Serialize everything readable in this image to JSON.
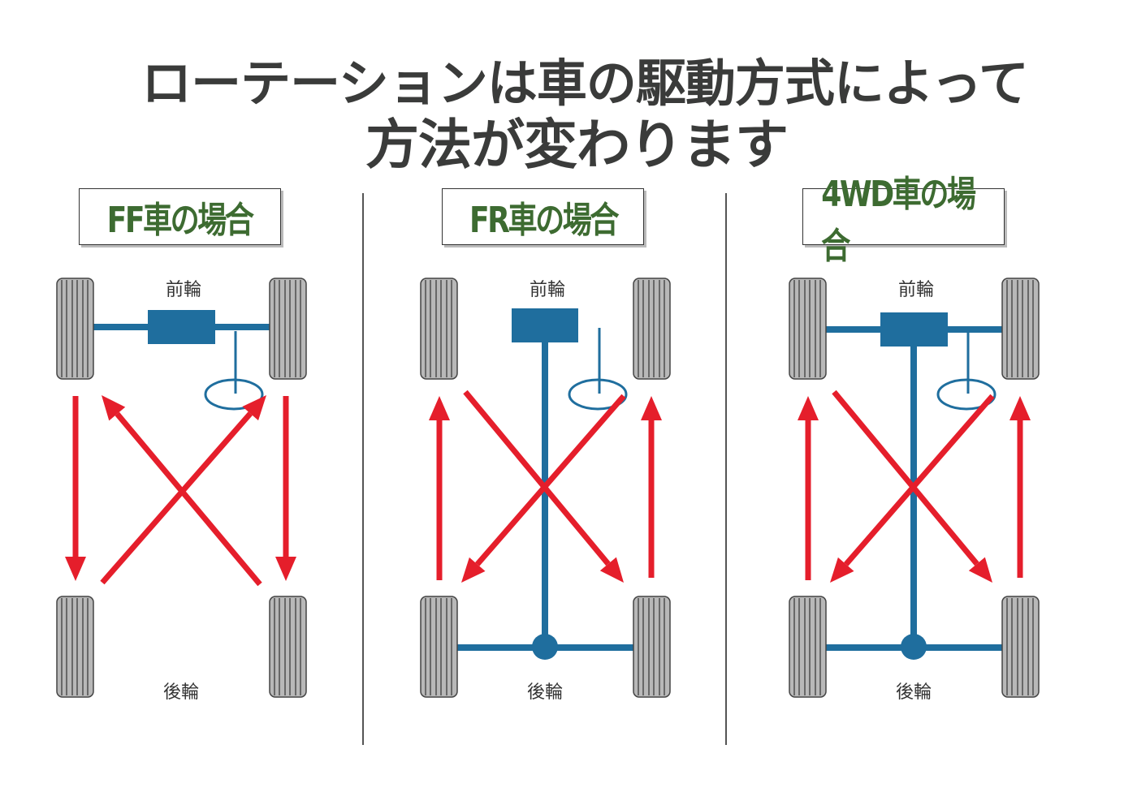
{
  "header": {
    "line1": "ローテーションは車の駆動方式によって",
    "line2": "方法が変わります"
  },
  "panels": [
    {
      "type": "FF",
      "title": "FF車の場合",
      "front_label": "前輪",
      "rear_label": "後輪"
    },
    {
      "type": "FR",
      "title": "FR車の場合",
      "front_label": "前輪",
      "rear_label": "後輪"
    },
    {
      "type": "4WD",
      "title": "4WD車の場合",
      "front_label": "前輪",
      "rear_label": "後輪"
    }
  ],
  "colors": {
    "drivetrain": "#1f6e9e",
    "arrow": "#e51e2b",
    "title_green": "#3d6b31",
    "tire": "#b8b8b8"
  }
}
